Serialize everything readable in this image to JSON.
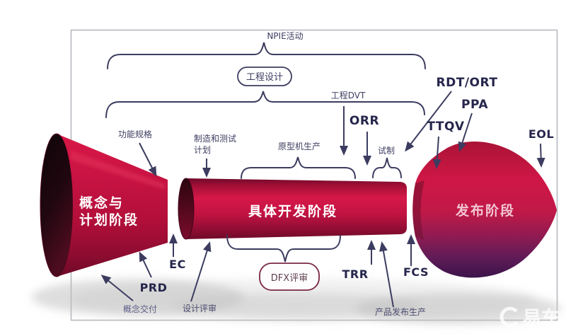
{
  "top": {
    "npie_label": "NPIE活动",
    "engineering_design_box": "工程设计",
    "engineering_dvt_label": "工程DVT"
  },
  "phases": {
    "concept_line1": "概念与",
    "concept_line2": "计划阶段",
    "development": "具体开发阶段",
    "release": "发布阶段"
  },
  "activities": {
    "functional_spec": "功能规格",
    "mfg_test_plan_line1": "制造和测试",
    "mfg_test_plan_line2": "计划",
    "prototype_production": "原型机生产",
    "pilot_run": "试制",
    "concept_delivery": "概念交付",
    "design_review": "设计评审",
    "dfx_review_box": "DFX评审",
    "product_release_production": "产品发布生产"
  },
  "milestones": {
    "prd": "PRD",
    "ec": "EC",
    "orr": "ORR",
    "rdt_ort": "RDT/ORT",
    "ppa": "PPA",
    "ttqv": "TTQV",
    "eol": "EOL",
    "trr": "TRR",
    "fcs": "FCS"
  },
  "watermark": {
    "brand": "易车"
  },
  "colors": {
    "line_navy": "#3c3c60",
    "funnel_crimson": "#c41240",
    "funnel_dark_maroon": "#6f0a28",
    "release_bottom_purple": "#3c144b",
    "dfx_box_border": "#7b2743",
    "frame_border": "#b6babf",
    "phase_text": "#ffffff"
  }
}
